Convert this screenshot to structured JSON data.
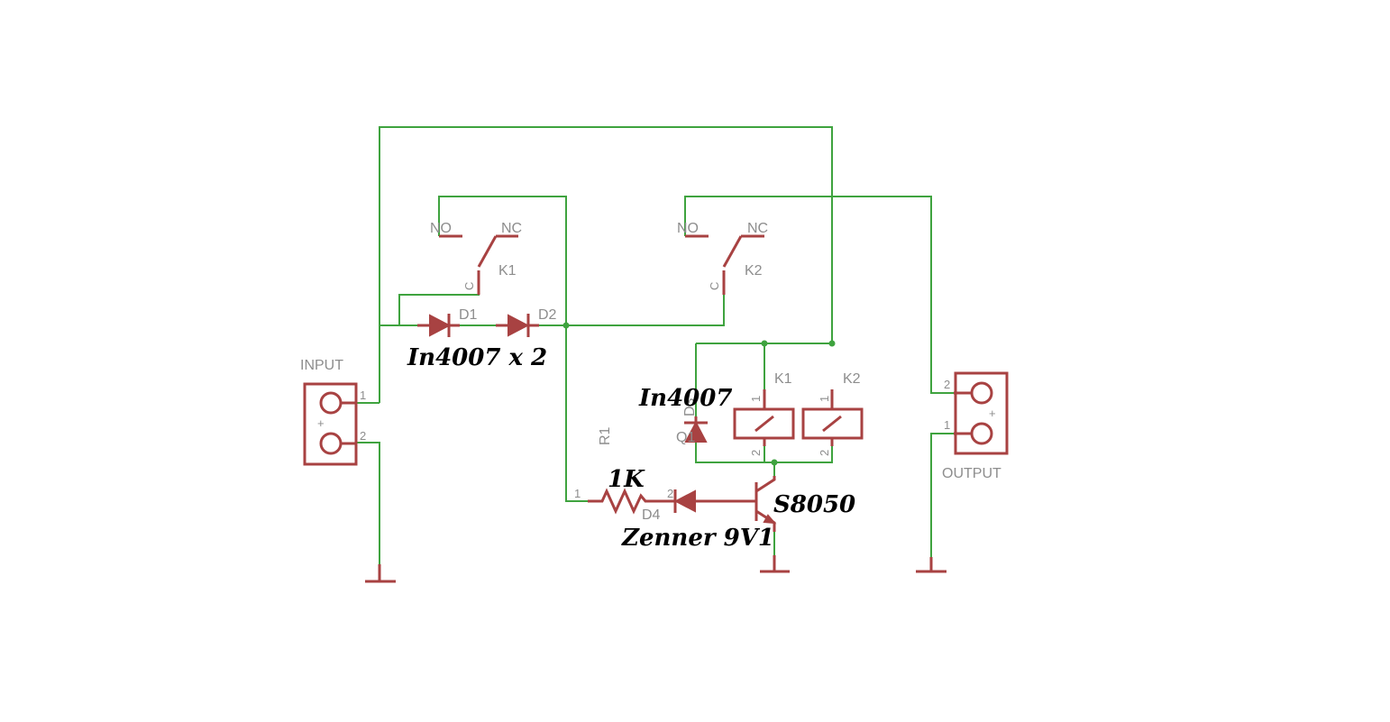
{
  "connectors": {
    "input": {
      "name": "INPUT",
      "pin1": "1",
      "pin2": "2",
      "polarity": "+"
    },
    "output": {
      "name": "OUTPUT",
      "pin1": "1",
      "pin2": "2",
      "polarity": "+"
    }
  },
  "relays": {
    "k1": {
      "name": "K1",
      "no": "NO",
      "nc": "NC",
      "c": "C",
      "coil_name": "K1",
      "coil_pin1": "1",
      "coil_pin2": "2"
    },
    "k2": {
      "name": "K2",
      "no": "NO",
      "nc": "NC",
      "c": "C",
      "coil_name": "K2",
      "coil_pin1": "1",
      "coil_pin2": "2"
    }
  },
  "diodes": {
    "d1": "D1",
    "d2": "D2",
    "d3": "D3",
    "d4": "D4"
  },
  "resistor": {
    "name": "R1",
    "pin1": "1",
    "pin2": "2"
  },
  "transistor": {
    "name": "Q1"
  },
  "annotations": {
    "series_diodes": "In4007 x 2",
    "flyback_diode": "In4007",
    "resistor_value": "1K",
    "zener": "Zenner 9V1",
    "transistor_part": "S8050"
  },
  "colors": {
    "wire": "#3fa33f",
    "part": "#a84242",
    "label": "#8d8d8d",
    "handwriting": "#000000"
  }
}
